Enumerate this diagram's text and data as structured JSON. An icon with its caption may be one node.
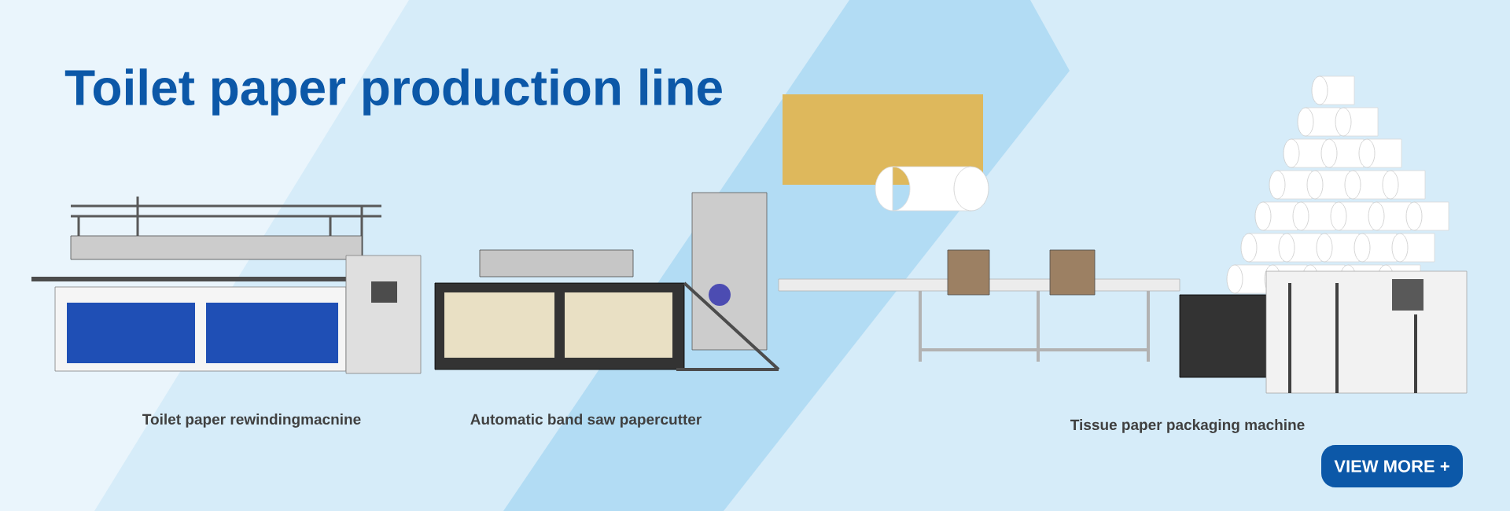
{
  "diagram": {
    "title": "Toilet paper production line",
    "nodes": [
      {
        "text": [],
        "shape": "picture",
        "beside": [
          "Toilet paper rewindingmacnine"
        ]
      },
      {
        "text": [],
        "shape": "picture",
        "beside": [
          "Automatic band saw papercutter"
        ]
      },
      {
        "text": [],
        "shape": "picture",
        "beside": [
          "Tissue paper packaging machine"
        ]
      }
    ],
    "labels": [
      "VIEW MORE +"
    ]
  }
}
